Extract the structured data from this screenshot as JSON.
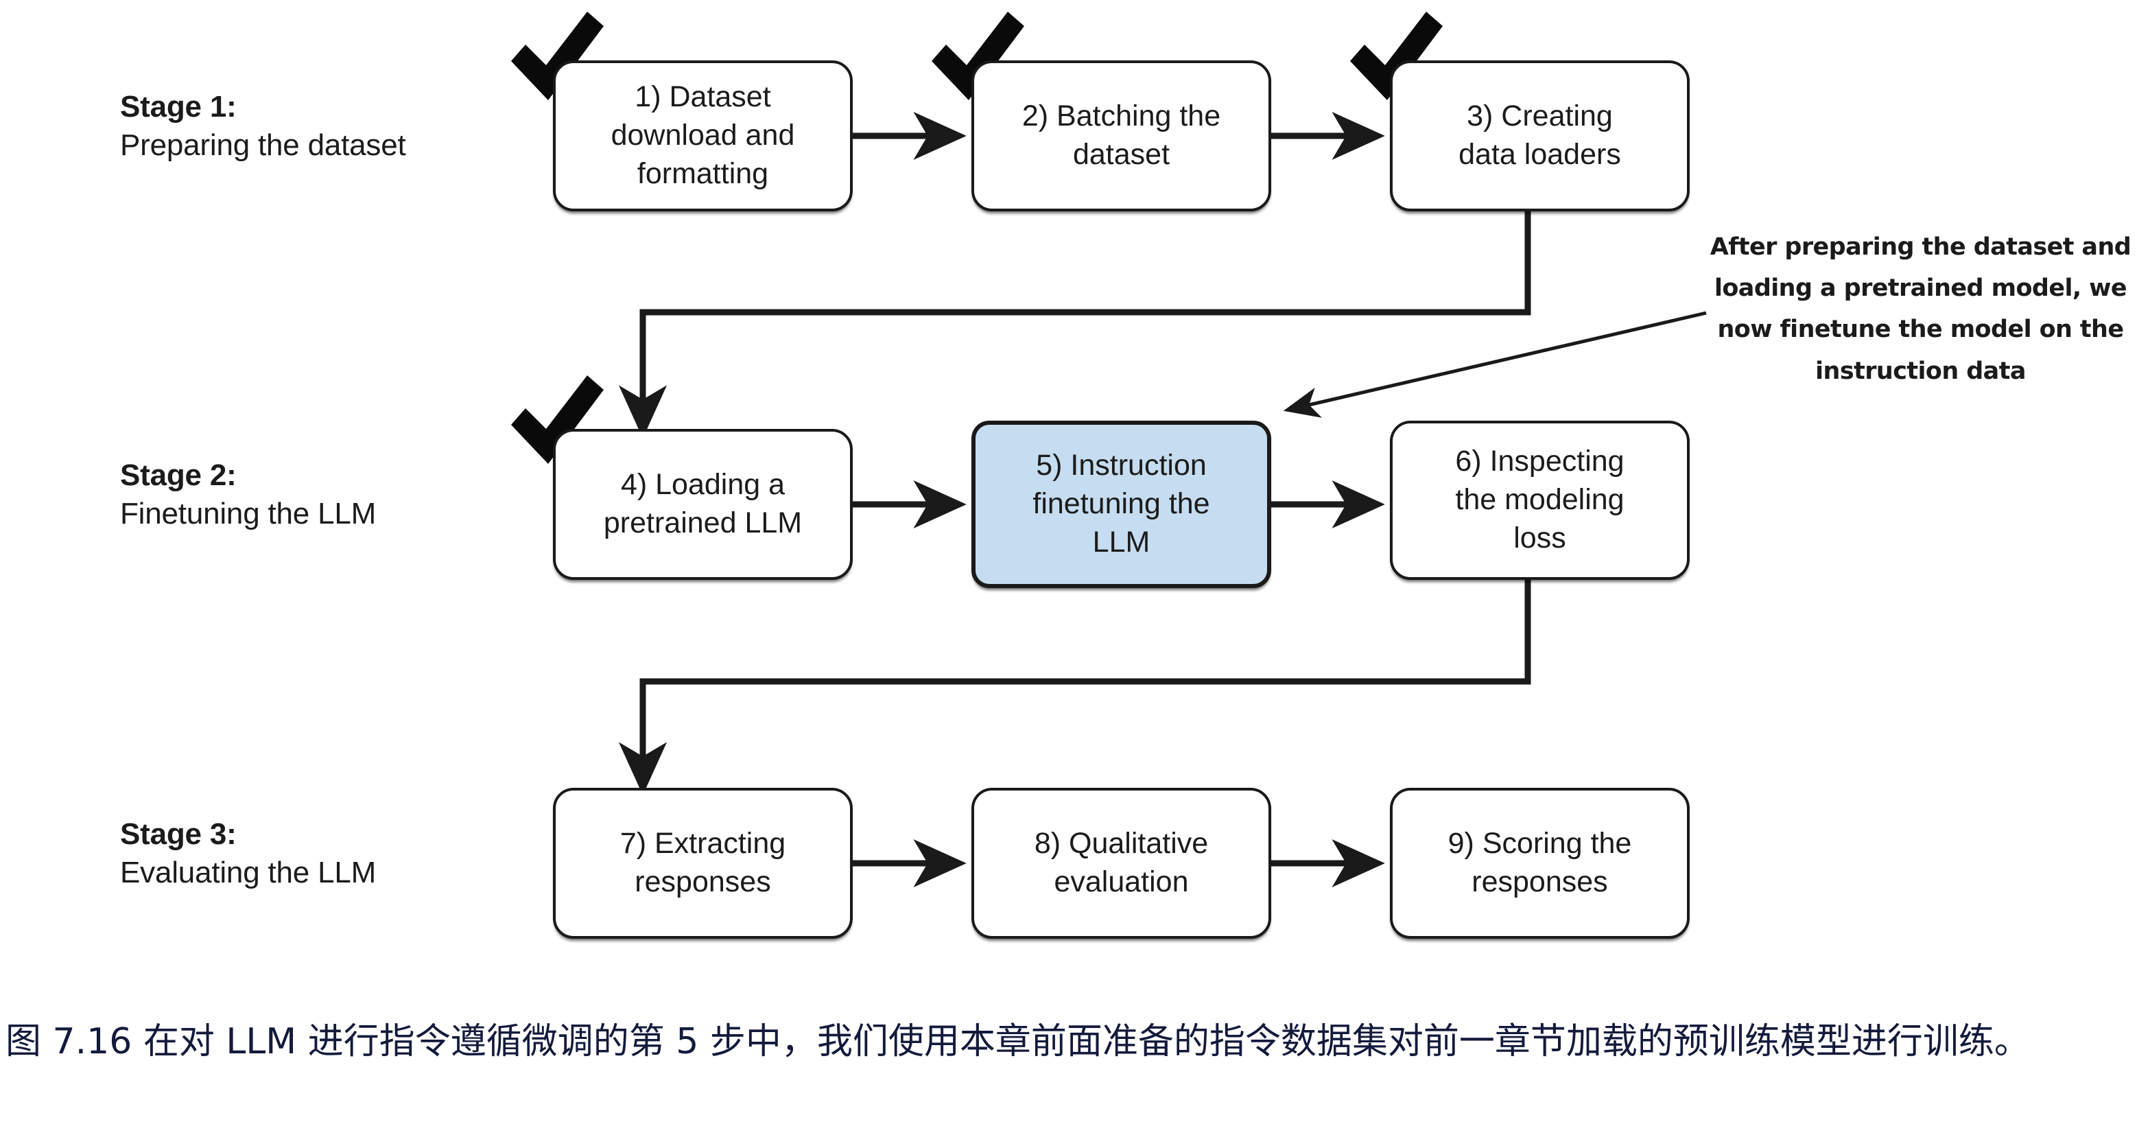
{
  "figure": {
    "caption": "图 7.16 在对 LLM 进行指令遵循微调的第 5 步中，我们使用本章前面准备的指令数据集对前一章节加载的预训练模型进行训练。",
    "caption_color": "#141a3c",
    "background_color": "#ffffff",
    "highlight_color": "#c6dcf0",
    "line_color": "#1a1a1a"
  },
  "stages": [
    {
      "title": "Stage 1:",
      "subtitle": "Preparing the dataset"
    },
    {
      "title": "Stage 2:",
      "subtitle": "Finetuning the LLM"
    },
    {
      "title": "Stage 3:",
      "subtitle": "Evaluating the LLM"
    }
  ],
  "steps": [
    {
      "number": "1)",
      "label": "1) Dataset download and formatting",
      "lines": [
        "1) Dataset",
        "download and",
        "formatting"
      ],
      "completed": true,
      "highlighted": false,
      "stage": 1
    },
    {
      "number": "2)",
      "label": "2) Batching the dataset",
      "lines": [
        "2) Batching the",
        "dataset"
      ],
      "completed": true,
      "highlighted": false,
      "stage": 1
    },
    {
      "number": "3)",
      "label": "3) Creating data loaders",
      "lines": [
        "3) Creating",
        "data loaders"
      ],
      "completed": true,
      "highlighted": false,
      "stage": 1
    },
    {
      "number": "4)",
      "label": "4) Loading a pretrained LLM",
      "lines": [
        "4) Loading a",
        "pretrained LLM"
      ],
      "completed": true,
      "highlighted": false,
      "stage": 2
    },
    {
      "number": "5)",
      "label": "5) Instruction finetuning the LLM",
      "lines": [
        "5) Instruction",
        "finetuning the",
        "LLM"
      ],
      "completed": false,
      "highlighted": true,
      "stage": 2
    },
    {
      "number": "6)",
      "label": "6) Inspecting the modeling loss",
      "lines": [
        "6) Inspecting",
        "the modeling",
        "loss"
      ],
      "completed": false,
      "highlighted": false,
      "stage": 2
    },
    {
      "number": "7)",
      "label": "7) Extracting responses",
      "lines": [
        "7) Extracting",
        "responses"
      ],
      "completed": false,
      "highlighted": false,
      "stage": 3
    },
    {
      "number": "8)",
      "label": "8) Qualitative evaluation",
      "lines": [
        "8) Qualitative",
        "evaluation"
      ],
      "completed": false,
      "highlighted": false,
      "stage": 3
    },
    {
      "number": "9)",
      "label": "9) Scoring the responses",
      "lines": [
        "9) Scoring the",
        "responses"
      ],
      "completed": false,
      "highlighted": false,
      "stage": 3
    }
  ],
  "annotation": {
    "text": "After preparing the dataset and loading a pretrained model, we now finetune the model on the instruction data",
    "lines": [
      "After preparing the dataset and",
      "loading a pretrained model, we",
      "now finetune the model on the",
      "instruction data"
    ],
    "points_to": "5) Instruction finetuning the LLM"
  },
  "icons": {
    "check": "check-mark-icon",
    "arrow": "arrow-head-icon"
  }
}
